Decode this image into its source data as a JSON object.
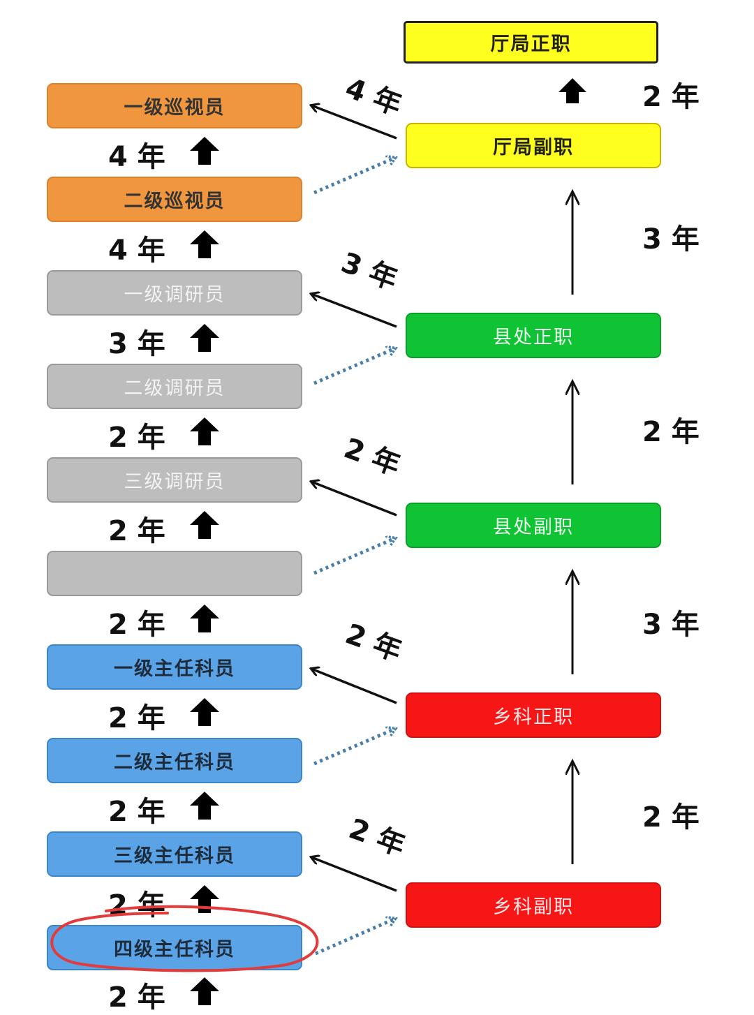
{
  "left_ranks": [
    {
      "label": "一级巡视员",
      "color": "orange"
    },
    {
      "label": "二级巡视员",
      "color": "orange"
    },
    {
      "label": "一级调研员",
      "color": "gray"
    },
    {
      "label": "二级调研员",
      "color": "gray"
    },
    {
      "label": "三级调研员",
      "color": "gray"
    },
    {
      "label": "",
      "color": "gray"
    },
    {
      "label": "一级主任科员",
      "color": "blue"
    },
    {
      "label": "二级主任科员",
      "color": "blue"
    },
    {
      "label": "三级主任科员",
      "color": "blue"
    },
    {
      "label": "四级主任科员",
      "color": "blue"
    }
  ],
  "left_years": [
    "4 年",
    "4 年",
    "3 年",
    "2 年",
    "2 年",
    "2 年",
    "2 年",
    "2 年",
    "2 年",
    "2 年"
  ],
  "right_positions": [
    {
      "label": "厅局正职",
      "color": "yellow"
    },
    {
      "label": "厅局副职",
      "color": "yellow"
    },
    {
      "label": "县处正职",
      "color": "green"
    },
    {
      "label": "县处副职",
      "color": "green"
    },
    {
      "label": "乡科正职",
      "color": "red"
    },
    {
      "label": "乡科副职",
      "color": "red"
    }
  ],
  "right_years": [
    "2 年",
    "3 年",
    "2 年",
    "3 年",
    "2 年"
  ],
  "middle_years": [
    "4 年",
    "3 年",
    "2 年",
    "2 年",
    "2 年"
  ],
  "colors": {
    "orange": "#f0963f",
    "gray": "#bdbdbd",
    "blue": "#5aa3e6",
    "yellow": "#ffff1f",
    "green": "#10c335",
    "red": "#f71616",
    "dotted_arrow": "#4a7ea6",
    "highlight_circle": "#e23b3b"
  }
}
